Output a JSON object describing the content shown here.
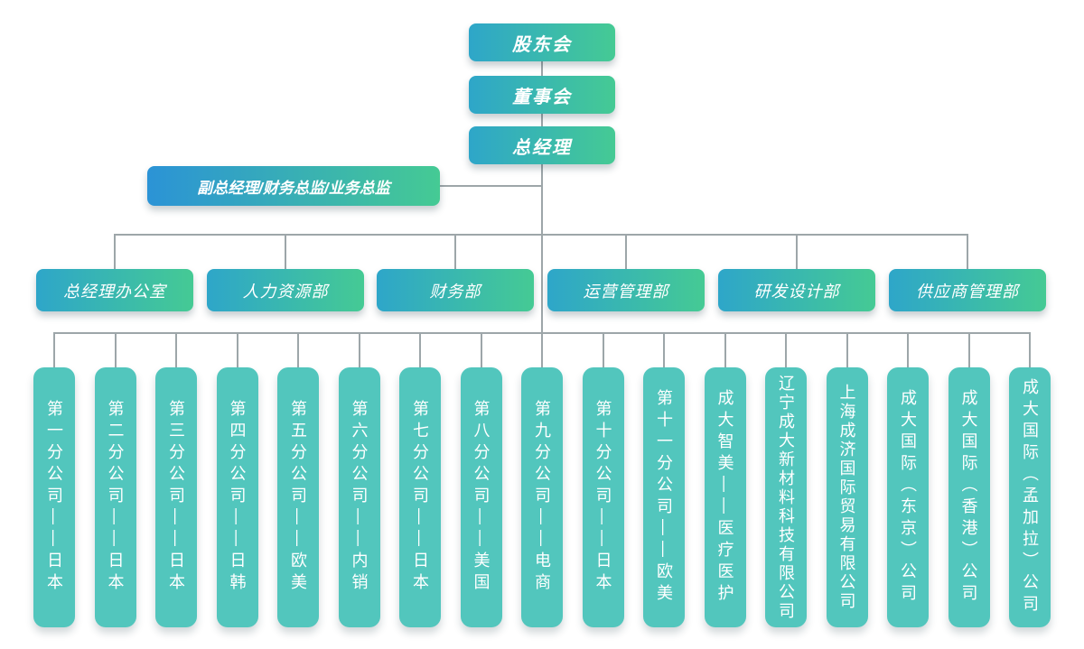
{
  "org": {
    "levels": [
      "股东会",
      "董事会",
      "总经理"
    ],
    "deputy": "副总经理/财务总监/业务总监",
    "departments": [
      "总经理办公室",
      "人力资源部",
      "财务部",
      "运营管理部",
      "研发设计部",
      "供应商管理部"
    ],
    "subsidiaries": [
      "第一分公司——日本",
      "第二分公司——日本",
      "第三分公司——日本",
      "第四分公司——日韩",
      "第五分公司——欧美",
      "第六分公司——内销",
      "第七分公司——日本",
      "第八分公司——美国",
      "第九分公司——电商",
      "第十分公司——日本",
      "第十一分公司——欧美",
      "成大智美——医疗医护",
      "辽宁成大新材料科技有限公司",
      "上海成济国际贸易有限公司",
      "成大国际（东京）公司",
      "成大国际（香港）公司",
      "成大国际（孟加拉）公司"
    ],
    "colors": {
      "gradient_start": "#2ea6c9",
      "gradient_end": "#45ca94",
      "deputy_gradient_start": "#2b93d6",
      "subsidiary_box": "#52c6bd",
      "connector_line": "#9da6a9",
      "text": "#ffffff",
      "background": "#ffffff"
    }
  }
}
